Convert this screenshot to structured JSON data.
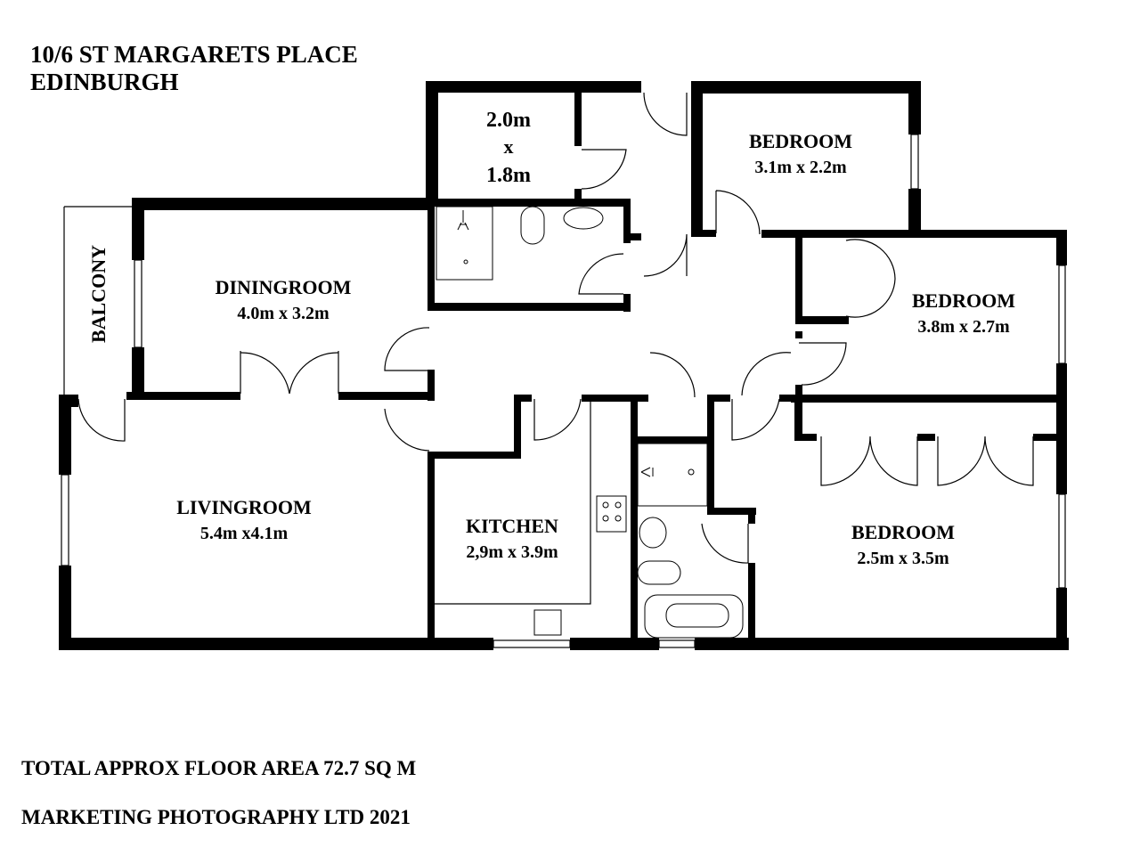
{
  "header": {
    "address_line1": "10/6 ST MARGARETS PLACE",
    "address_line2": "EDINBURGH"
  },
  "rooms": {
    "store": {
      "dim1": "2.0m",
      "x": "x",
      "dim2": "1.8m"
    },
    "bedroom_top": {
      "name": "BEDROOM",
      "dims": "3.1m x 2.2m"
    },
    "dining": {
      "name": "DININGROOM",
      "dims": "4.0m x 3.2m"
    },
    "balcony": {
      "name": "BALCONY"
    },
    "bedroom_mid": {
      "name": "BEDROOM",
      "dims": "3.8m x 2.7m"
    },
    "living": {
      "name": "LIVINGROOM",
      "dims": "5.4m x4.1m"
    },
    "kitchen": {
      "name": "KITCHEN",
      "dims": "2,9m x 3.9m"
    },
    "bedroom_bottom": {
      "name": "BEDROOM",
      "dims": "2.5m x 3.5m"
    }
  },
  "fixtures": [
    "shower-tray",
    "toilet",
    "wash-basin",
    "hob",
    "sink",
    "bath",
    "shower"
  ],
  "footer": {
    "floor_area": "TOTAL APPROX FLOOR AREA 72.7 SQ M",
    "copyright": "MARKETING PHOTOGRAPHY LTD 2021"
  }
}
